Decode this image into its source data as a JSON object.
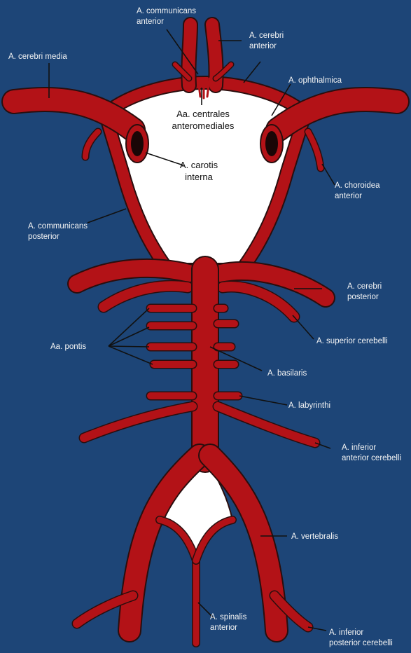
{
  "colors": {
    "background": "#1d4577",
    "artery": "#b31217",
    "outline": "#2a0e0e",
    "label_text": "#f4f4f4",
    "inner_label_text": "#111111"
  },
  "labels": {
    "comm_anterior": [
      "A. communicans",
      "anterior"
    ],
    "cerebri_media": [
      "A. cerebri media"
    ],
    "cerebri_anterior": [
      "A. cerebri",
      "anterior"
    ],
    "ophthalmica": [
      "A. ophthalmica"
    ],
    "centrales": [
      "Aa. centrales",
      "anteromediales"
    ],
    "carotis_interna": [
      "A. carotis",
      "interna"
    ],
    "choroidea": [
      "A. choroidea",
      "anterior"
    ],
    "comm_posterior": [
      "A. communicans",
      "posterior"
    ],
    "cerebri_posterior": [
      "A. cerebri",
      "posterior"
    ],
    "superior_cerebelli": [
      "A. superior cerebelli"
    ],
    "pontis": [
      "Aa. pontis"
    ],
    "basilaris": [
      "A. basilaris"
    ],
    "labyrinthi": [
      "A. labyrinthi"
    ],
    "inferior_anterior": [
      "A. inferior",
      "anterior cerebelli"
    ],
    "vertebralis": [
      "A. vertebralis"
    ],
    "spinalis": [
      "A. spinalis",
      "anterior"
    ],
    "inferior_posterior": [
      "A. inferior",
      "posterior cerebelli"
    ]
  }
}
